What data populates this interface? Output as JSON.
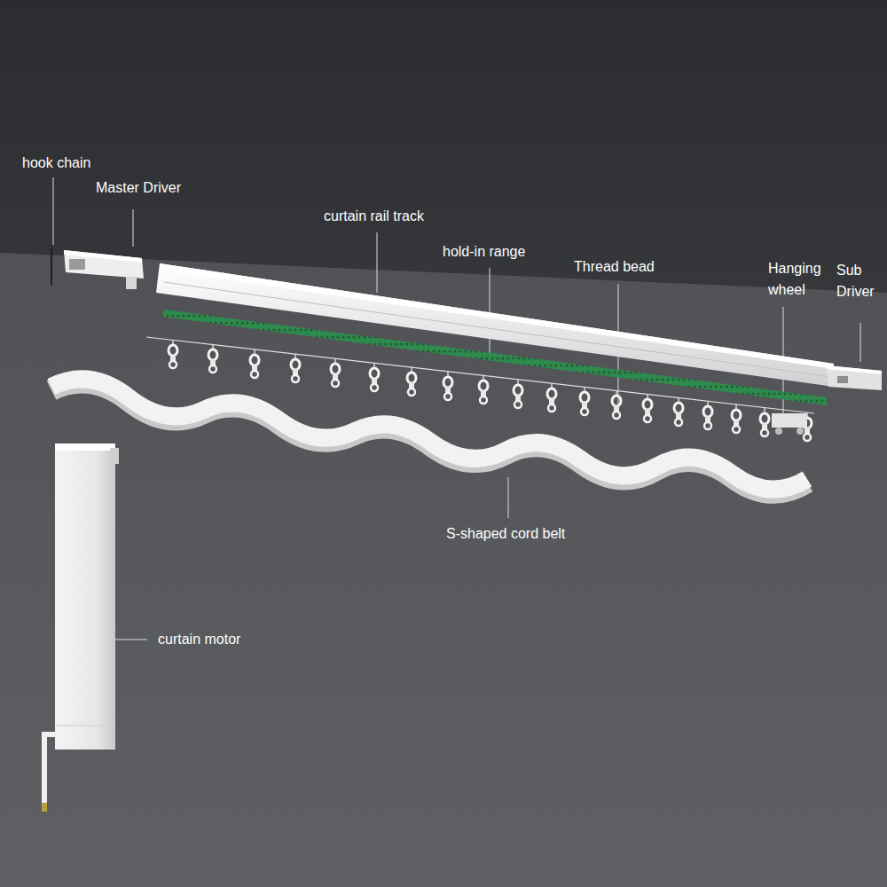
{
  "diagram": {
    "labels": [
      "hook chain",
      "Master Driver",
      "curtain rail track",
      "hold-in range",
      "Thread bead",
      "Hanging wheel",
      "Sub Driver",
      "S-shaped cord belt",
      "curtain motor"
    ]
  }
}
